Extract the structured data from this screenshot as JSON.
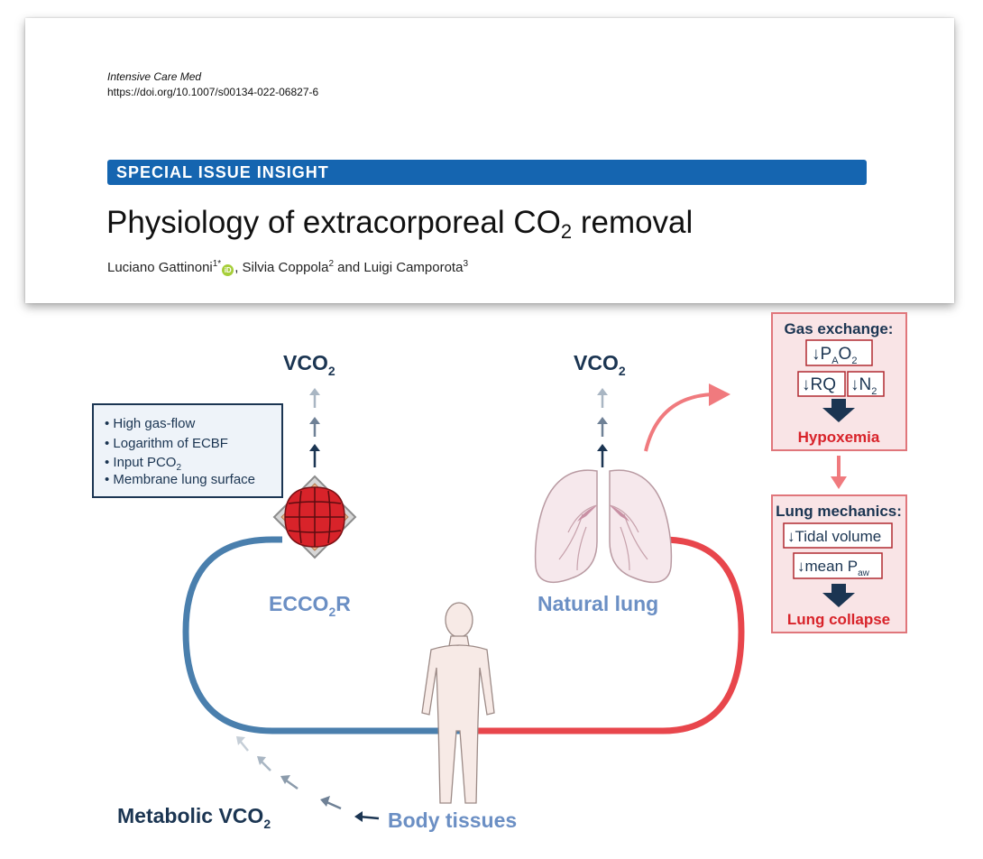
{
  "header": {
    "journal": "Intensive Care Med",
    "doi": "https://doi.org/10.1007/s00134-022-06827-6",
    "banner": "SPECIAL ISSUE INSIGHT",
    "title_pre": "Physiology of extracorporeal CO",
    "title_sub": "2",
    "title_post": " removal",
    "authors": [
      {
        "name": "Luciano Gattinoni",
        "sup": "1*"
      },
      {
        "name": "Silvia Coppola",
        "sup": "2"
      },
      {
        "name": "Luigi Camporota",
        "sup": "3"
      }
    ],
    "orcid_label": "iD",
    "sep": ", ",
    "and": " and "
  },
  "figure": {
    "colors": {
      "blue": "#4a7fad",
      "red": "#e8464c",
      "navy": "#1b3552",
      "pink_bg": "#f9e4e6",
      "label_blue": "#6b8fc4"
    },
    "vco2_left": {
      "main": "VCO",
      "sub": "2"
    },
    "vco2_right": {
      "main": "VCO",
      "sub": "2"
    },
    "factors": [
      "• High gas-flow",
      "• Logarithm of ECBF",
      "• Input PCO",
      "• Membrane lung surface"
    ],
    "factors_sub": "2",
    "ecco2r": {
      "pre": "ECCO",
      "sub": "2",
      "post": "R"
    },
    "natural_lung": "Natural lung",
    "metabolic": {
      "main": "Metabolic VCO",
      "sub": "2"
    },
    "body_tissues": "Body tissues",
    "gas_exchange": {
      "title": "Gas exchange:",
      "pao2": {
        "pre": "↓P",
        "sub1": "A",
        "mid": "O",
        "sub2": "2"
      },
      "rq": "↓RQ",
      "n2": {
        "pre": "↓N",
        "sub": "2"
      },
      "result": "Hypoxemia"
    },
    "lung_mechanics": {
      "title": "Lung mechanics:",
      "tidal": "↓Tidal volume",
      "paw": {
        "pre": "↓mean P",
        "sub": "aw"
      },
      "result": "Lung collapse"
    },
    "icons": [
      "membrane-lung-icon",
      "lungs-icon",
      "human-body-icon"
    ]
  }
}
